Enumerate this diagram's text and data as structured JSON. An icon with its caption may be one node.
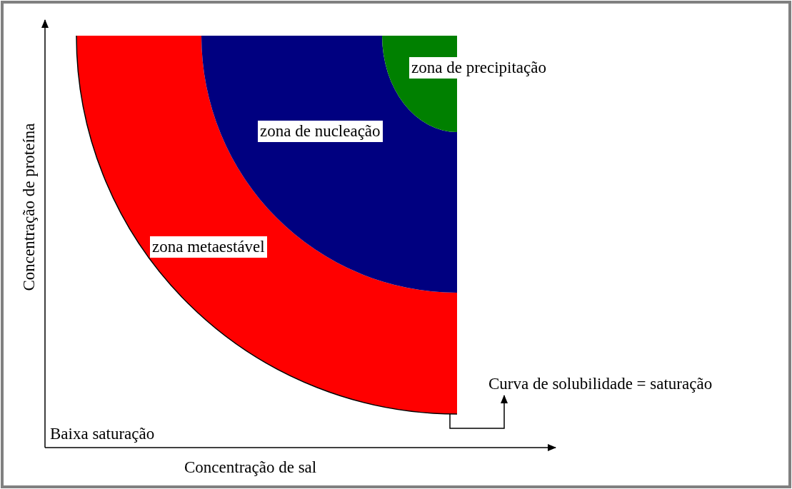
{
  "diagram": {
    "nodes": [
      {
        "text": [
          "zona de precipitação"
        ]
      },
      {
        "text": [
          "zona de nucleação"
        ]
      },
      {
        "text": [
          "zona metaestável"
        ]
      },
      {
        "text": [
          "Curva de solubilidade = saturação"
        ]
      }
    ],
    "edges": [
      {
        "from": 2,
        "to": 3,
        "arrow": "to"
      }
    ],
    "labels": [
      "Concentração de proteína",
      "Baixa saturação",
      "Concentração de sal"
    ]
  }
}
